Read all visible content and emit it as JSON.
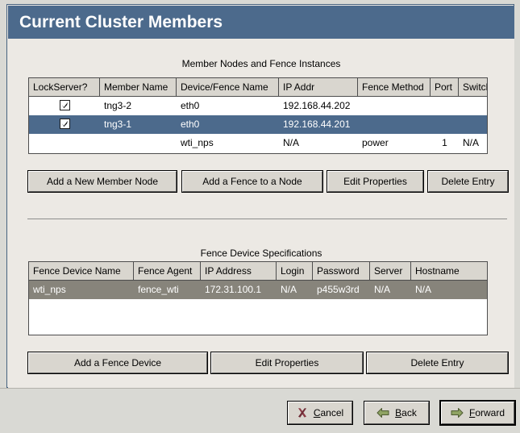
{
  "window": {
    "title": "Current Cluster Members"
  },
  "members_section": {
    "title": "Member Nodes and Fence Instances",
    "columns": [
      "LockServer?",
      "Member Name",
      "Device/Fence Name",
      "IP Addr",
      "Fence Method",
      "Port",
      "Switch"
    ],
    "rows": [
      {
        "lockserver_checked": true,
        "member_name": "tng3-2",
        "device_fence_name": "eth0",
        "ip_addr": "192.168.44.202",
        "fence_method": "",
        "port": "",
        "switch": "",
        "selected": "none"
      },
      {
        "lockserver_checked": true,
        "member_name": "tng3-1",
        "device_fence_name": "eth0",
        "ip_addr": "192.168.44.201",
        "fence_method": "",
        "port": "",
        "switch": "",
        "selected": "focused"
      },
      {
        "lockserver_checked": false,
        "member_name": "",
        "device_fence_name": "wti_nps",
        "ip_addr": "N/A",
        "fence_method": "power",
        "port": "1",
        "switch": "N/A",
        "selected": "none"
      }
    ],
    "buttons": {
      "add_member": "Add a New Member Node",
      "add_fence": "Add a Fence to a Node",
      "edit_properties": "Edit Properties",
      "delete_entry": "Delete Entry"
    }
  },
  "fence_section": {
    "title": "Fence Device Specifications",
    "columns": [
      "Fence Device Name",
      "Fence Agent",
      "IP Address",
      "Login",
      "Password",
      "Server",
      "Hostname"
    ],
    "rows": [
      {
        "fence_device_name": "wti_nps",
        "fence_agent": "fence_wti",
        "ip_address": "172.31.100.1",
        "login": "N/A",
        "password": "p455w3rd",
        "server": "N/A",
        "hostname": "N/A",
        "selected": "unfocused"
      }
    ],
    "buttons": {
      "add_fence_device": "Add a Fence Device",
      "edit_properties": "Edit Properties",
      "delete_entry": "Delete Entry"
    }
  },
  "action_bar": {
    "cancel": {
      "pre": "",
      "mnemonic": "C",
      "post": "ancel",
      "icon": "cancel-x-icon"
    },
    "back": {
      "pre": "",
      "mnemonic": "B",
      "post": "ack",
      "icon": "arrow-left-icon"
    },
    "forward": {
      "pre": "",
      "mnemonic": "F",
      "post": "orward",
      "icon": "arrow-right-icon"
    }
  },
  "colors": {
    "titlebar": "#4c6a8c",
    "selection_focused": "#4c6a8c",
    "selection_unfocused": "#87847b",
    "panel_bg": "#ece9e4",
    "dialog_bg": "#d9d9d4",
    "button_face": "#d9d6cf",
    "header_face": "#d9d6cf",
    "cancel_icon": "#8a3a44",
    "arrow_icon": "#7f9656"
  }
}
